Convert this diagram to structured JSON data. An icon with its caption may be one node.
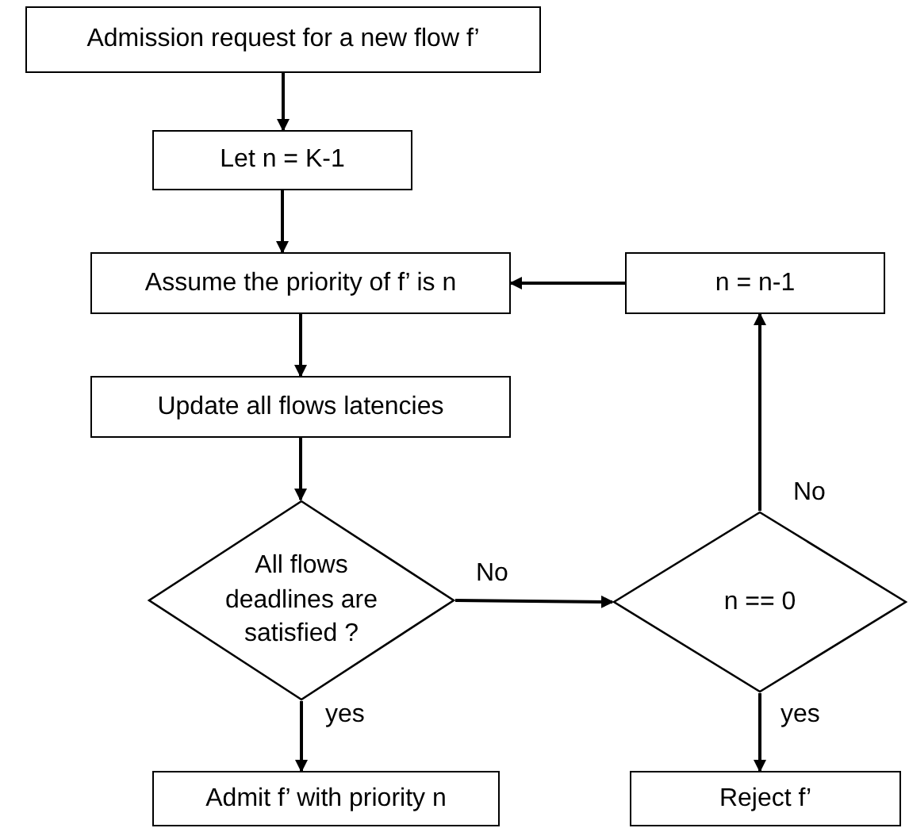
{
  "diagram": {
    "nodes": [
      {
        "text": [
          "Admission request for a new flow f’"
        ]
      },
      {
        "text": [
          "Let n = K-1"
        ]
      },
      {
        "text": [
          "Assume the priority of f’ is n"
        ]
      },
      {
        "text": [
          "n = n-1"
        ]
      },
      {
        "text": [
          "Update all flows latencies"
        ]
      },
      {
        "text": [
          "All flows deadlines are satisfied ?"
        ]
      },
      {
        "text": [
          "n == 0"
        ]
      },
      {
        "text": [
          "Admit f’ with priority n"
        ]
      },
      {
        "text": [
          "Reject f’"
        ]
      }
    ],
    "edges": [
      {
        "from": 0,
        "to": 1,
        "arrow": "to"
      },
      {
        "from": 1,
        "to": 2,
        "arrow": "to"
      },
      {
        "from": 2,
        "to": 4,
        "arrow": "to"
      },
      {
        "from": 4,
        "to": 5,
        "arrow": "to"
      },
      {
        "from": 5,
        "to": 6,
        "arrow": "to",
        "label": "No"
      },
      {
        "from": 5,
        "to": 7,
        "arrow": "to",
        "label": "yes"
      },
      {
        "from": 6,
        "to": 3,
        "arrow": "to",
        "label": "No"
      },
      {
        "from": 6,
        "to": 8,
        "arrow": "to",
        "label": "yes"
      },
      {
        "from": 3,
        "to": 2,
        "arrow": "to"
      }
    ]
  }
}
